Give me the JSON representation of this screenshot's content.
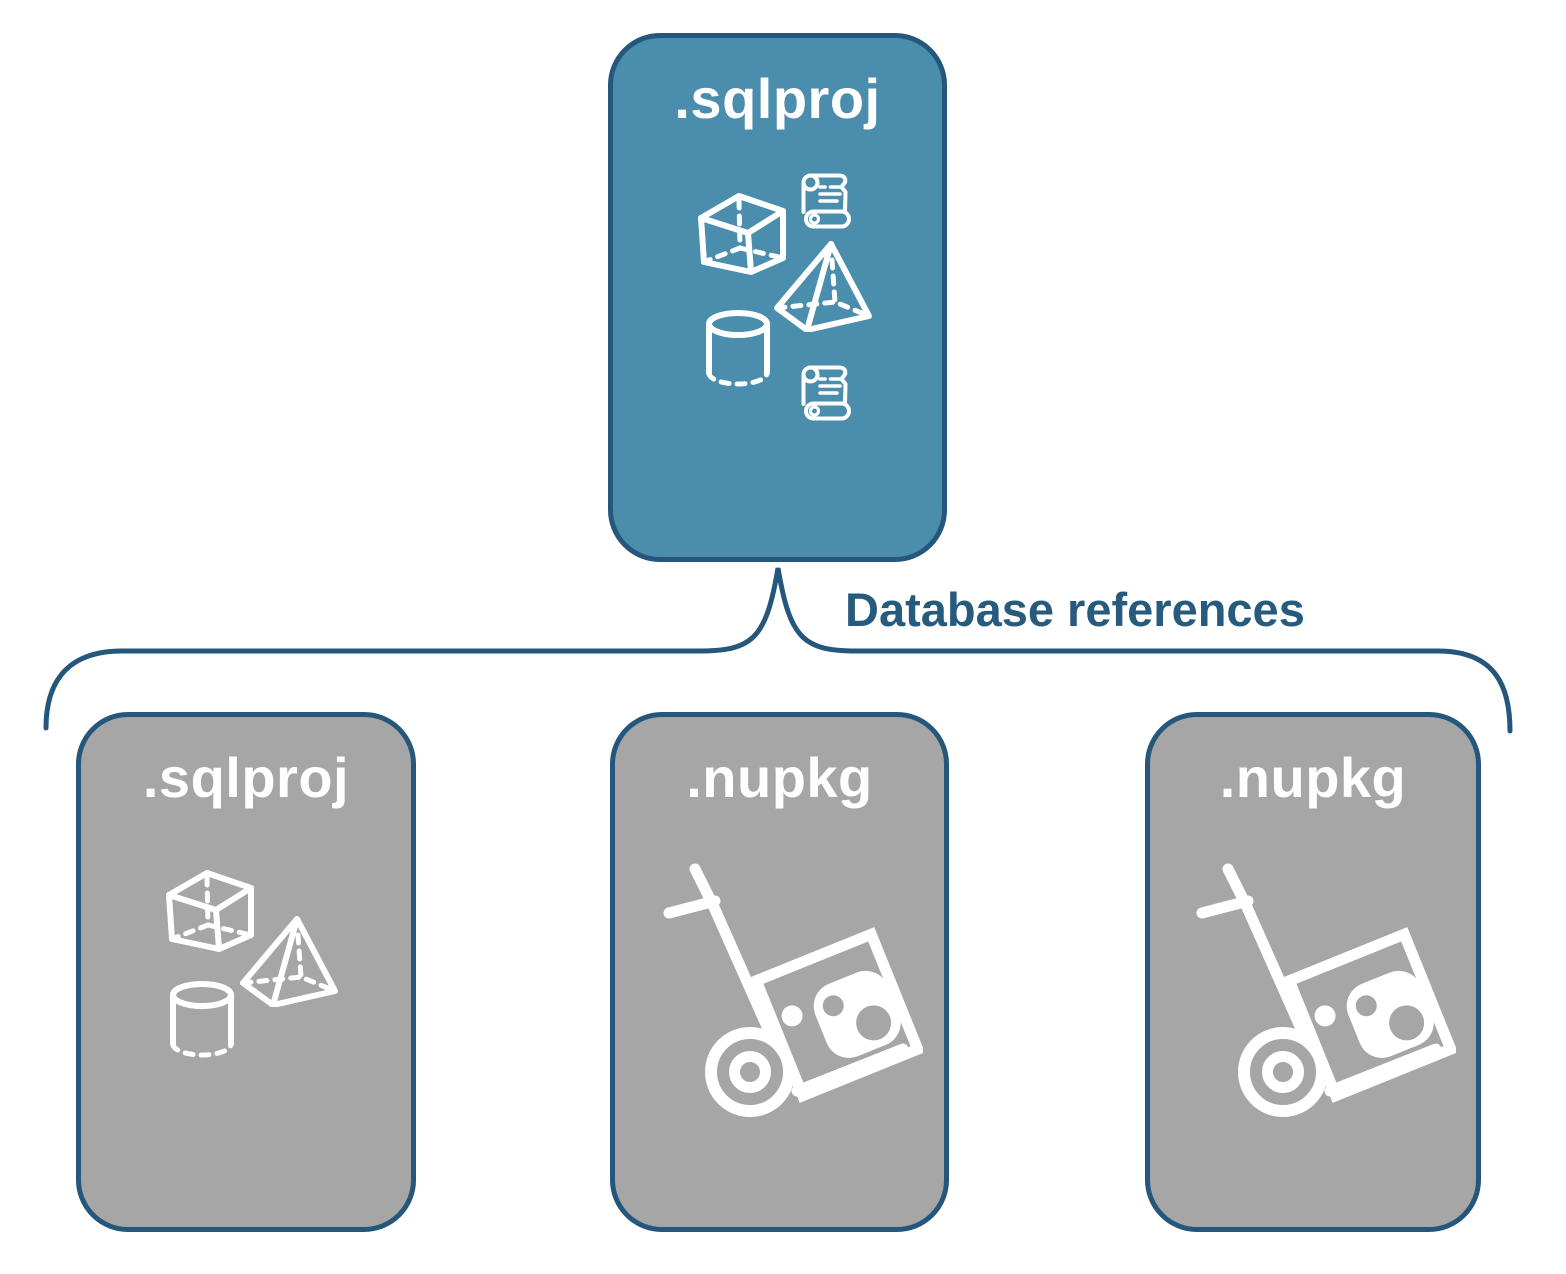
{
  "diagram": {
    "top_card": {
      "label": ".sqlproj",
      "icons": [
        "scroll-icon",
        "cube-icon",
        "pyramid-icon",
        "cylinder-icon",
        "scroll-icon"
      ]
    },
    "connector": {
      "label": "Database references"
    },
    "bottom_cards": [
      {
        "label": ".sqlproj",
        "icon_set": "sql-objects",
        "icons": [
          "cube-icon",
          "pyramid-icon",
          "cylinder-icon"
        ]
      },
      {
        "label": ".nupkg",
        "icon_set": "package-handtruck",
        "icons": [
          "nuget-handtruck-icon"
        ]
      },
      {
        "label": ".nupkg",
        "icon_set": "package-handtruck",
        "icons": [
          "nuget-handtruck-icon"
        ]
      }
    ],
    "colors": {
      "accent_card_fill": "#4a8dac",
      "outline_and_brace": "#24577b",
      "connector_label_text": "#275b7e",
      "gray_card_fill": "#a6a6a6",
      "icon_color": "#ffffff",
      "background": "#ffffff"
    }
  }
}
